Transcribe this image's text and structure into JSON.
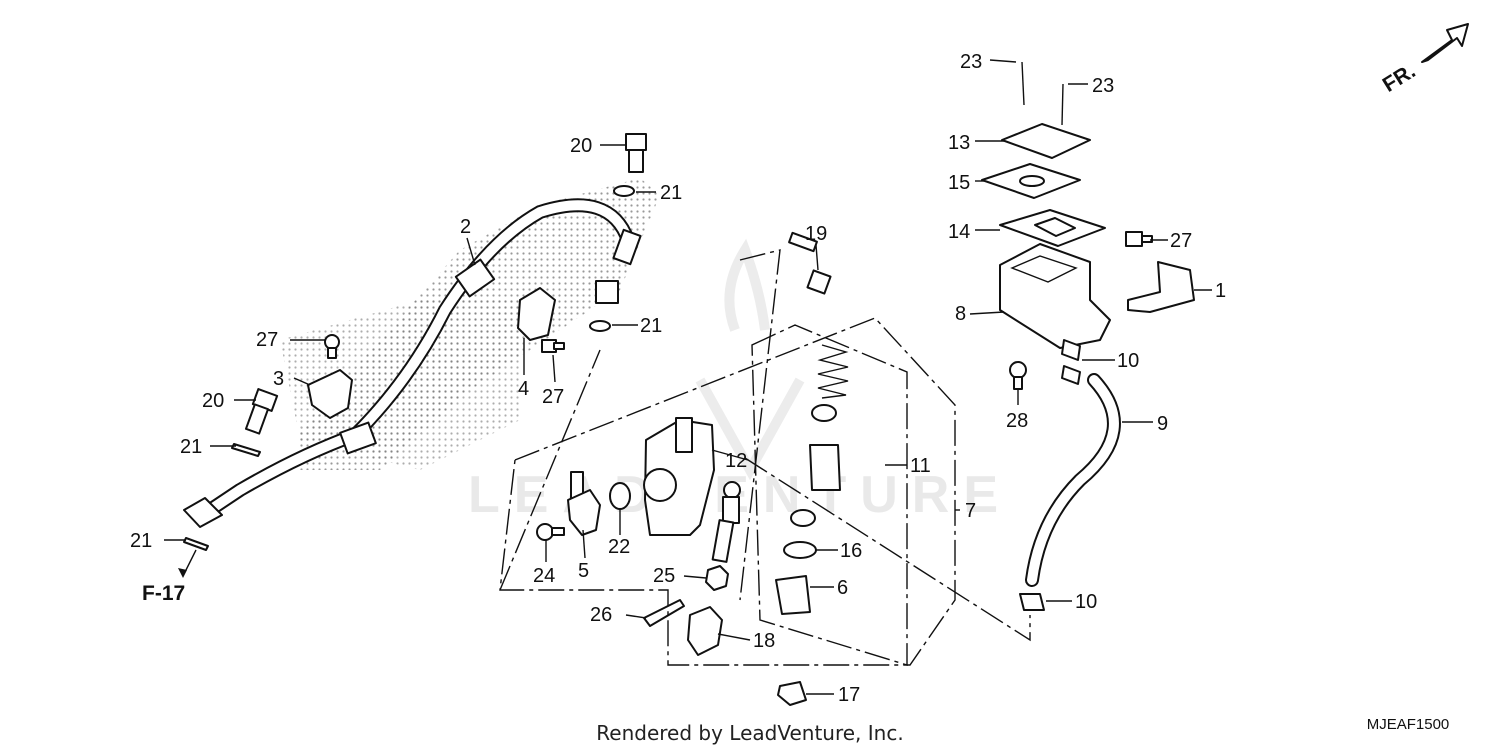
{
  "diagram": {
    "watermark": "LEADVENTURE",
    "credit": "Rendered by LeadVenture, Inc.",
    "diagram_code": "MJEAF1500",
    "direction_label": "FR.",
    "reference_label": "F-17",
    "callouts": [
      {
        "id": "c23a",
        "text": "23"
      },
      {
        "id": "c23b",
        "text": "23"
      },
      {
        "id": "c13",
        "text": "13"
      },
      {
        "id": "c15",
        "text": "15"
      },
      {
        "id": "c14",
        "text": "14"
      },
      {
        "id": "c27a",
        "text": "27"
      },
      {
        "id": "c1",
        "text": "1"
      },
      {
        "id": "c8",
        "text": "8"
      },
      {
        "id": "c10a",
        "text": "10"
      },
      {
        "id": "c28",
        "text": "28"
      },
      {
        "id": "c9",
        "text": "9"
      },
      {
        "id": "c10b",
        "text": "10"
      },
      {
        "id": "c20a",
        "text": "20"
      },
      {
        "id": "c21a",
        "text": "21"
      },
      {
        "id": "c21b",
        "text": "21"
      },
      {
        "id": "c2",
        "text": "2"
      },
      {
        "id": "c19",
        "text": "19"
      },
      {
        "id": "c27b",
        "text": "27"
      },
      {
        "id": "c4",
        "text": "4"
      },
      {
        "id": "c27c",
        "text": "27"
      },
      {
        "id": "c3",
        "text": "3"
      },
      {
        "id": "c20b",
        "text": "20"
      },
      {
        "id": "c21c",
        "text": "21"
      },
      {
        "id": "c21d",
        "text": "21"
      },
      {
        "id": "c12",
        "text": "12"
      },
      {
        "id": "c11",
        "text": "11"
      },
      {
        "id": "c7",
        "text": "7"
      },
      {
        "id": "c16",
        "text": "16"
      },
      {
        "id": "c6",
        "text": "6"
      },
      {
        "id": "c22",
        "text": "22"
      },
      {
        "id": "c24",
        "text": "24"
      },
      {
        "id": "c5",
        "text": "5"
      },
      {
        "id": "c25",
        "text": "25"
      },
      {
        "id": "c26",
        "text": "26"
      },
      {
        "id": "c18",
        "text": "18"
      },
      {
        "id": "c17",
        "text": "17"
      }
    ]
  }
}
